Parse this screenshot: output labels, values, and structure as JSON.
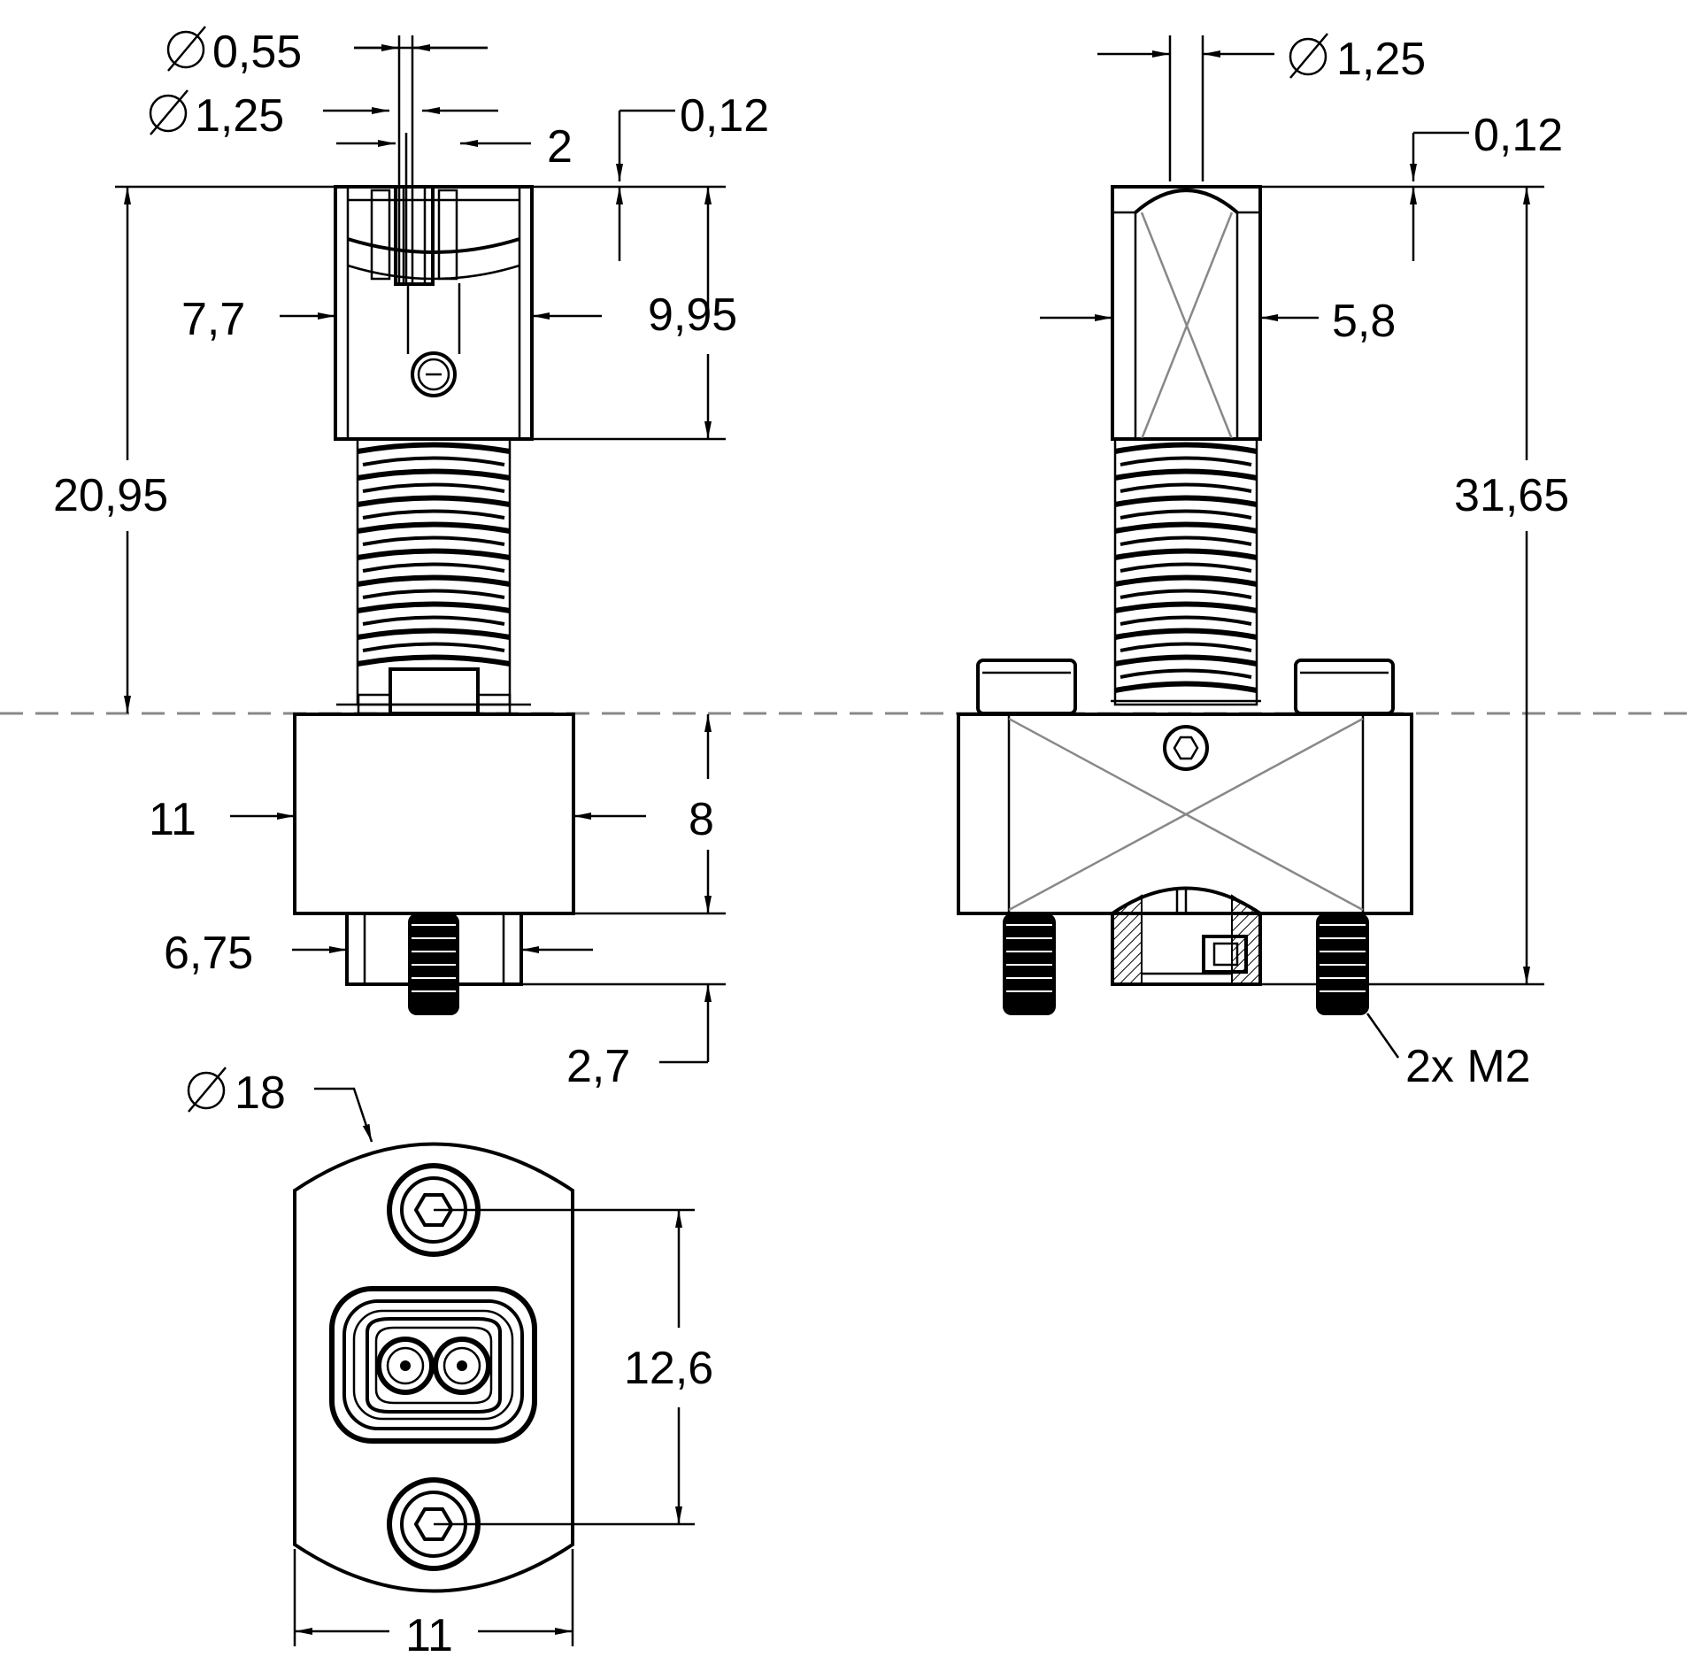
{
  "labels": {
    "dia_055": "0,55",
    "dia_125_left": "1,25",
    "width_2": "2",
    "offset_012_left": "0,12",
    "width_77": "7,7",
    "height_995": "9,95",
    "height_2095": "20,95",
    "width_11_body": "11",
    "height_8": "8",
    "width_675": "6,75",
    "height_27": "2,7",
    "dia_18": "18",
    "spacing_126": "12,6",
    "width_11_bottom": "11",
    "dia_125_right": "1,25",
    "offset_012_right": "0,12",
    "width_58": "5,8",
    "height_3165": "31,65",
    "thread_note": "2x M2"
  },
  "symbols": {
    "diameter": "diameter-symbol"
  },
  "colors": {
    "line": "#000000",
    "centerline": "#888888",
    "background": "#ffffff"
  }
}
